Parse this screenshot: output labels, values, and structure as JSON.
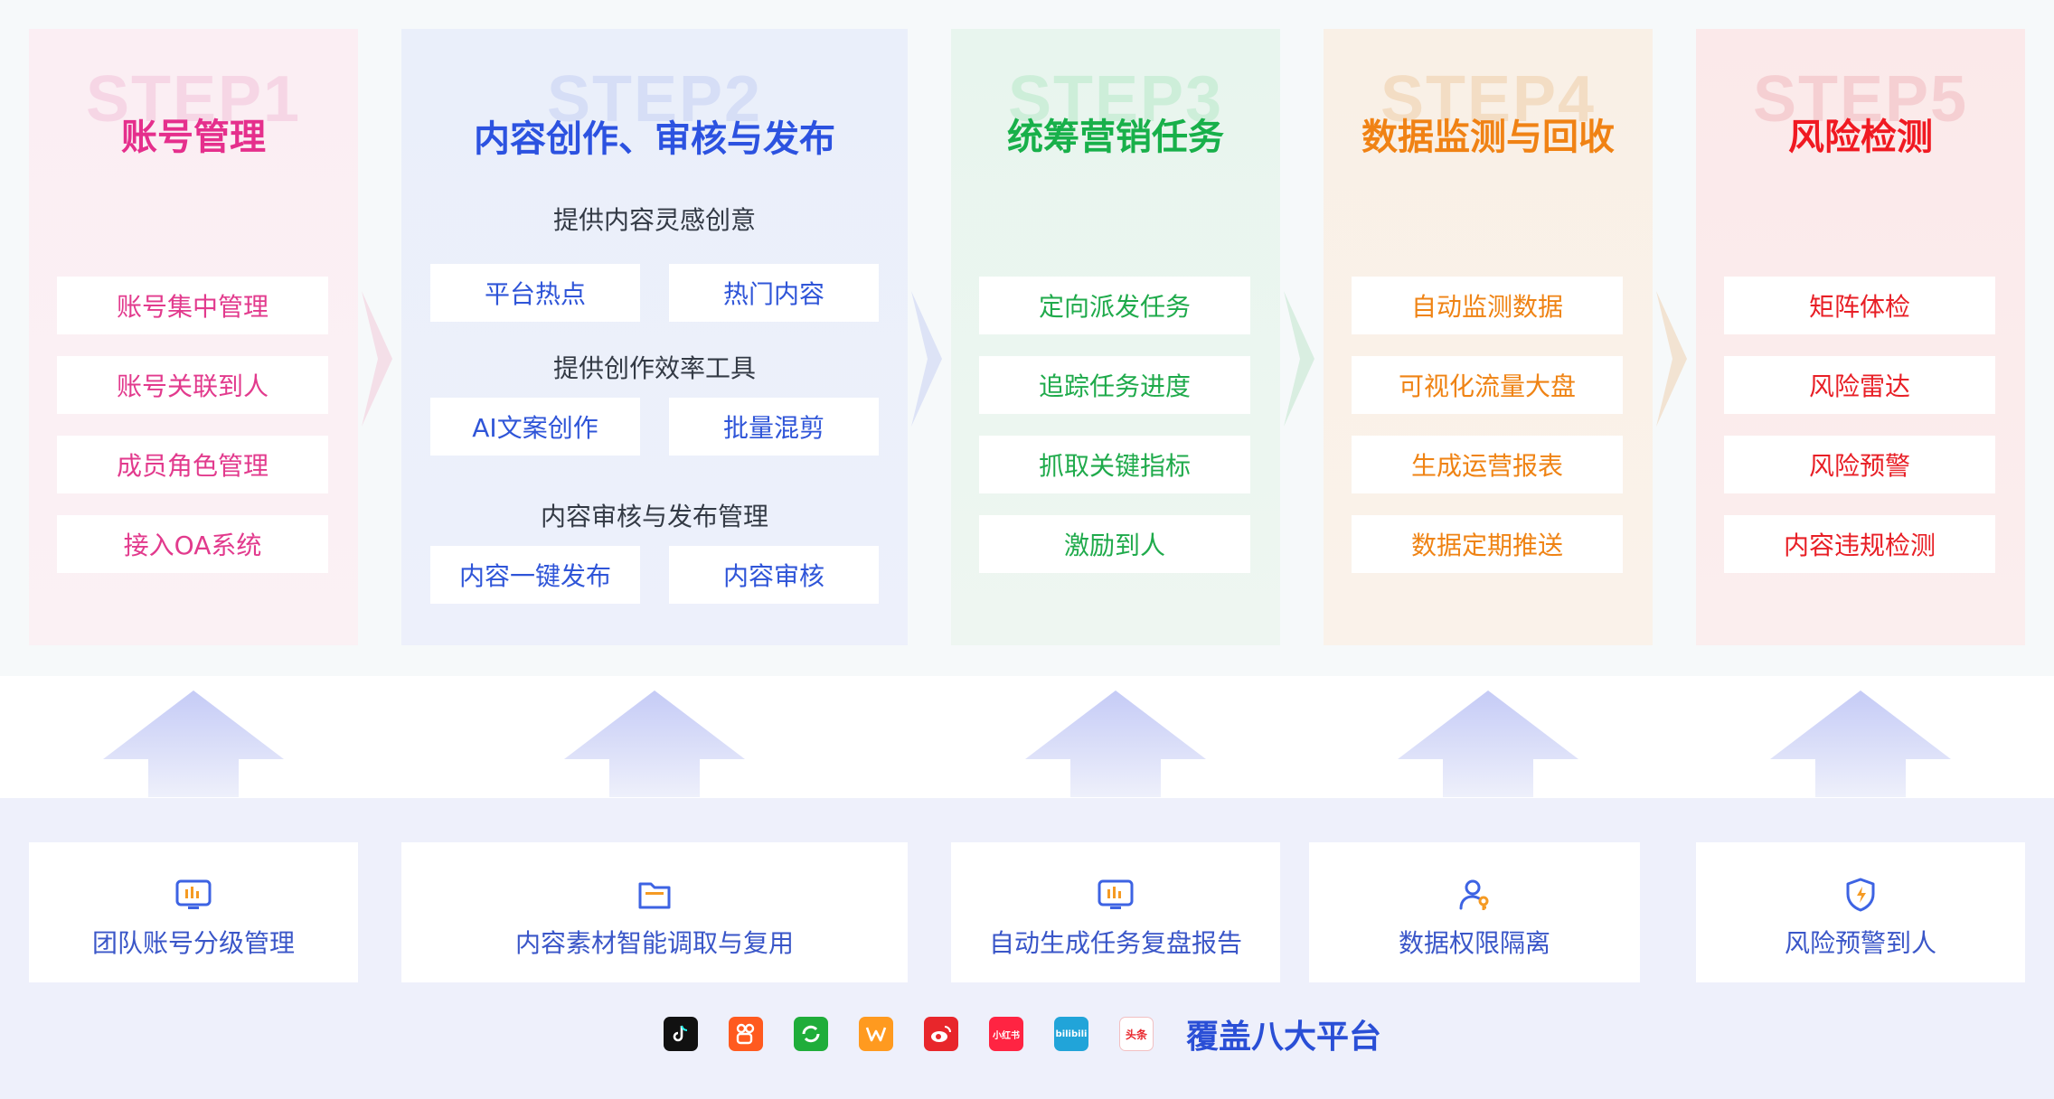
{
  "steps": [
    {
      "watermark": "STEP1",
      "title": "账号管理",
      "items": [
        "账号集中管理",
        "账号关联到人",
        "成员角色管理",
        "接入OA系统"
      ]
    },
    {
      "watermark": "STEP2",
      "title": "内容创作、审核与发布",
      "sections": [
        {
          "heading": "提供内容灵感创意",
          "tags": [
            "平台热点",
            "热门内容"
          ]
        },
        {
          "heading": "提供创作效率工具",
          "tags": [
            "AI文案创作",
            "批量混剪"
          ]
        },
        {
          "heading": "内容审核与发布管理",
          "tags": [
            "内容一键发布",
            "内容审核"
          ]
        }
      ]
    },
    {
      "watermark": "STEP3",
      "title": "统筹营销任务",
      "items": [
        "定向派发任务",
        "追踪任务进度",
        "抓取关键指标",
        "激励到人"
      ]
    },
    {
      "watermark": "STEP4",
      "title": "数据监测与回收",
      "items": [
        "自动监测数据",
        "可视化流量大盘",
        "生成运营报表",
        "数据定期推送"
      ]
    },
    {
      "watermark": "STEP5",
      "title": "风险检测",
      "items": [
        "矩阵体检",
        "风险雷达",
        "风险预警",
        "内容违规检测"
      ]
    }
  ],
  "features": [
    {
      "label": "团队账号分级管理",
      "icon": "monitor-chart-icon"
    },
    {
      "label": "内容素材智能调取与复用",
      "icon": "folder-icon"
    },
    {
      "label": "自动生成任务复盘报告",
      "icon": "monitor-chart-icon"
    },
    {
      "label": "数据权限隔离",
      "icon": "user-key-icon"
    },
    {
      "label": "风险预警到人",
      "icon": "shield-lightning-icon"
    }
  ],
  "platforms": {
    "title": "覆盖八大平台",
    "icons": [
      {
        "name": "douyin-icon",
        "color": "#111111",
        "text": ""
      },
      {
        "name": "kuaishou-icon",
        "color": "#ff5a1f",
        "text": ""
      },
      {
        "name": "wechat-channels-icon",
        "color": "#1fad3a",
        "text": ""
      },
      {
        "name": "shipinhao-icon",
        "color": "#ff9a1f",
        "text": ""
      },
      {
        "name": "weibo-icon",
        "color": "#e8262b",
        "text": ""
      },
      {
        "name": "xiaohongshu-icon",
        "color": "#ff2442",
        "text": "小红书"
      },
      {
        "name": "bilibili-icon",
        "color": "#21a4d9",
        "text": "bilibili"
      },
      {
        "name": "toutiao-icon",
        "color": "#ffffff",
        "text": "头条"
      }
    ]
  }
}
